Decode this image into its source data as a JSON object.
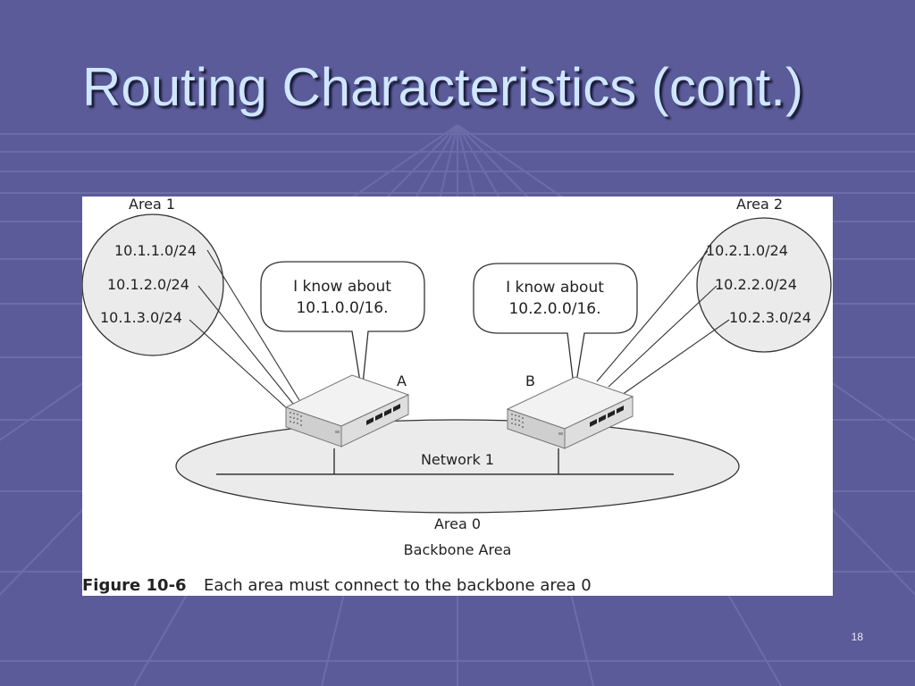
{
  "slide": {
    "title": "Routing Characteristics (cont.)",
    "page_number": "18"
  },
  "diagram": {
    "areas": [
      {
        "name": "Area 1",
        "networks": [
          "10.1.1.0/24",
          "10.1.2.0/24",
          "10.1.3.0/24"
        ]
      },
      {
        "name": "Area 2",
        "networks": [
          "10.2.1.0/24",
          "10.2.2.0/24",
          "10.2.3.0/24"
        ]
      }
    ],
    "bubbles": [
      {
        "line1": "I know about",
        "line2": "10.1.0.0/16."
      },
      {
        "line1": "I know about",
        "line2": "10.2.0.0/16."
      }
    ],
    "routers": [
      {
        "label": "A"
      },
      {
        "label": "B"
      }
    ],
    "network_label": "Network 1",
    "backbone_line1": "Area 0",
    "backbone_line2": "Backbone Area",
    "caption_number": "Figure 10-6",
    "caption_text": "Each area must connect to the backbone area 0"
  },
  "colors": {
    "background": "#5b5b99",
    "title": "#cfe6ff",
    "panel": "#ffffff",
    "area_fill": "#ebebeb"
  }
}
